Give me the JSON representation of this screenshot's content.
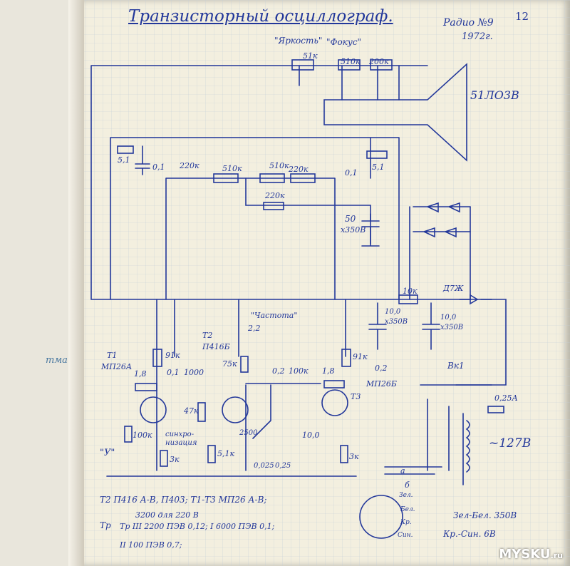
{
  "title": "Транзисторный осциллограф.",
  "source": "Радио №9",
  "year": "1972г.",
  "page_number": "12",
  "crt": "51ЛО3В",
  "controls": {
    "brightness": "\"Яркость\"",
    "focus": "\"Фокус\"",
    "frequency": "\"Частота\"",
    "sync": "синхро-низация"
  },
  "resistor_labels": [
    "51к",
    "510к",
    "200к",
    "5,1",
    "220к",
    "510к",
    "510к",
    "220к",
    "5,1",
    "220к",
    "10к",
    "91к",
    "1,8",
    "75к",
    "91к",
    "100к",
    "1,8",
    "47к",
    "100к",
    "3к",
    "5,1к",
    "3к",
    "2,2"
  ],
  "capacitor_labels": [
    "0,1",
    "0,1",
    "50",
    "х350В",
    "10,0",
    "х350В",
    "10,0",
    "х350В",
    "0,1",
    "1000",
    "0,2",
    "0,2",
    "2500",
    "0,025",
    "0,25",
    "10,0"
  ],
  "transistors": {
    "t1": "Т1",
    "t1_type": "МП26А",
    "t2": "Т2",
    "t2_type": "П416Б",
    "t3": "Т3",
    "t3_type": "МП26Б"
  },
  "misc_labels": {
    "diode": "Д7Ж",
    "switch": "Вк1",
    "fuse": "0,25А",
    "mains": "~127В",
    "y_input": "\"У\"",
    "a": "а",
    "b": "б",
    "tr_label": "Тр"
  },
  "connector_labels": [
    "Зел.",
    "Бел.",
    "Кр.",
    "Син."
  ],
  "wire_colors": {
    "line1": "Зел-Бел. 350В",
    "line2": "Кр.-Син. 6В"
  },
  "notes": [
    "Т2 П416 А-В, П403;   Т1-Т3 МП26 А-В;",
    "3200 для 220 В",
    "Тр  III  2200 ПЭВ 0,12;  I  6000 ПЭВ 0,1;",
    "II  100 ПЭВ 0,7;"
  ],
  "left_margin_text": "тма",
  "watermark": {
    "brand": "MYSKU",
    "tld": ".ru"
  },
  "colors": {
    "ink": "#22379a",
    "paper": "#f3efdf",
    "grid": "#c5cfd8"
  }
}
